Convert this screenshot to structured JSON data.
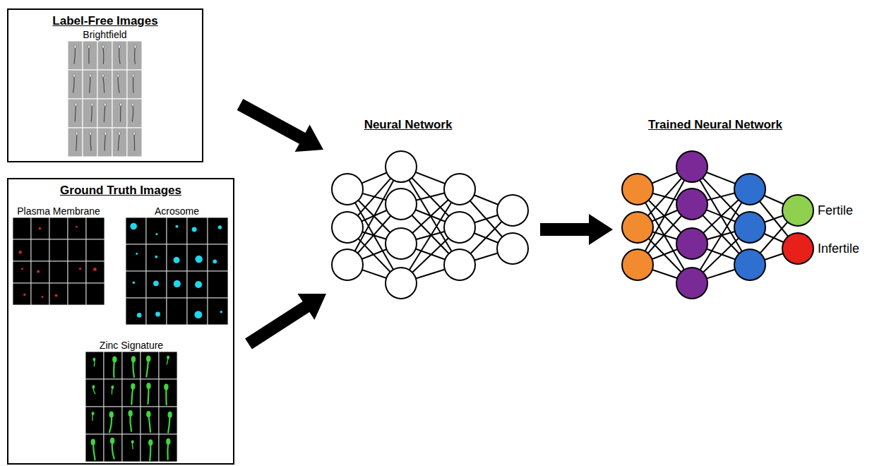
{
  "diagram": {
    "nodes": [
      {
        "text": [
          "Label-Free Images"
        ]
      },
      {
        "text": [
          "Brightfield"
        ],
        "in": 0
      },
      {
        "text": [
          "Ground Truth Images"
        ]
      },
      {
        "text": [
          "Plasma Membrane"
        ],
        "in": 2
      },
      {
        "text": [
          "Acrosome"
        ],
        "in": 2
      },
      {
        "text": [
          "Zinc Signature"
        ],
        "in": 2
      }
    ],
    "labels": [
      "Neural Network",
      "Trained Neural Network",
      "Fertile",
      "Infertile"
    ]
  }
}
